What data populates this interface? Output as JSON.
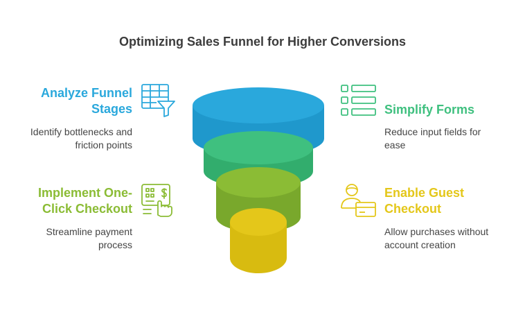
{
  "title": "Optimizing Sales Funnel for Higher Conversions",
  "colors": {
    "blue": "#2aa8dc",
    "green": "#3fc07f",
    "lime": "#8bbc35",
    "yellow": "#e4c71a"
  },
  "steps": [
    {
      "title": "Analyze Funnel Stages",
      "description": "Identify bottlenecks and friction points",
      "icon": "table-filter-icon"
    },
    {
      "title": "Simplify Forms",
      "description": "Reduce input fields for ease",
      "icon": "form-fields-icon"
    },
    {
      "title": "Implement One-Click Checkout",
      "description": "Streamline payment process",
      "icon": "payment-click-icon"
    },
    {
      "title": "Enable Guest Checkout",
      "description": "Allow purchases without account creation",
      "icon": "guest-card-icon"
    }
  ]
}
